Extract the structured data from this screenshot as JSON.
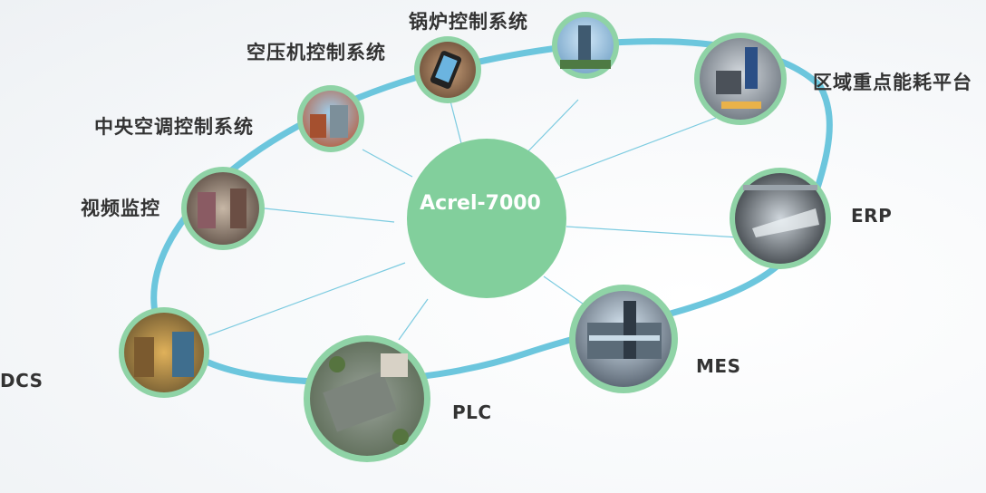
{
  "hub": {
    "label": "Acrel-7000",
    "color": "#82cf9c"
  },
  "colors": {
    "orbit": "#6cc6dd",
    "connector": "#7ccbe0",
    "node_ring": "#8fd3a6",
    "label_text": "#333333"
  },
  "nodes": [
    {
      "id": "boiler",
      "label": "锅炉控制系统",
      "icon": "city-tower-photo"
    },
    {
      "id": "air-compressor",
      "label": "空压机控制系统",
      "icon": "smartphone-photo"
    },
    {
      "id": "hvac",
      "label": "中央空调控制系统",
      "icon": "industrial-buildings-photo"
    },
    {
      "id": "video",
      "label": "视频监控",
      "icon": "retail-store-photo"
    },
    {
      "id": "dcs",
      "label": "DCS",
      "icon": "market-photo"
    },
    {
      "id": "plc",
      "label": "PLC",
      "icon": "parking-lot-aerial-photo"
    },
    {
      "id": "mes",
      "label": "MES",
      "icon": "office-building-photo"
    },
    {
      "id": "erp",
      "label": "ERP",
      "icon": "stage-spotlights-photo"
    },
    {
      "id": "energy-platform",
      "label": "区域重点能耗平台",
      "icon": "engine-workshop-photo"
    }
  ]
}
